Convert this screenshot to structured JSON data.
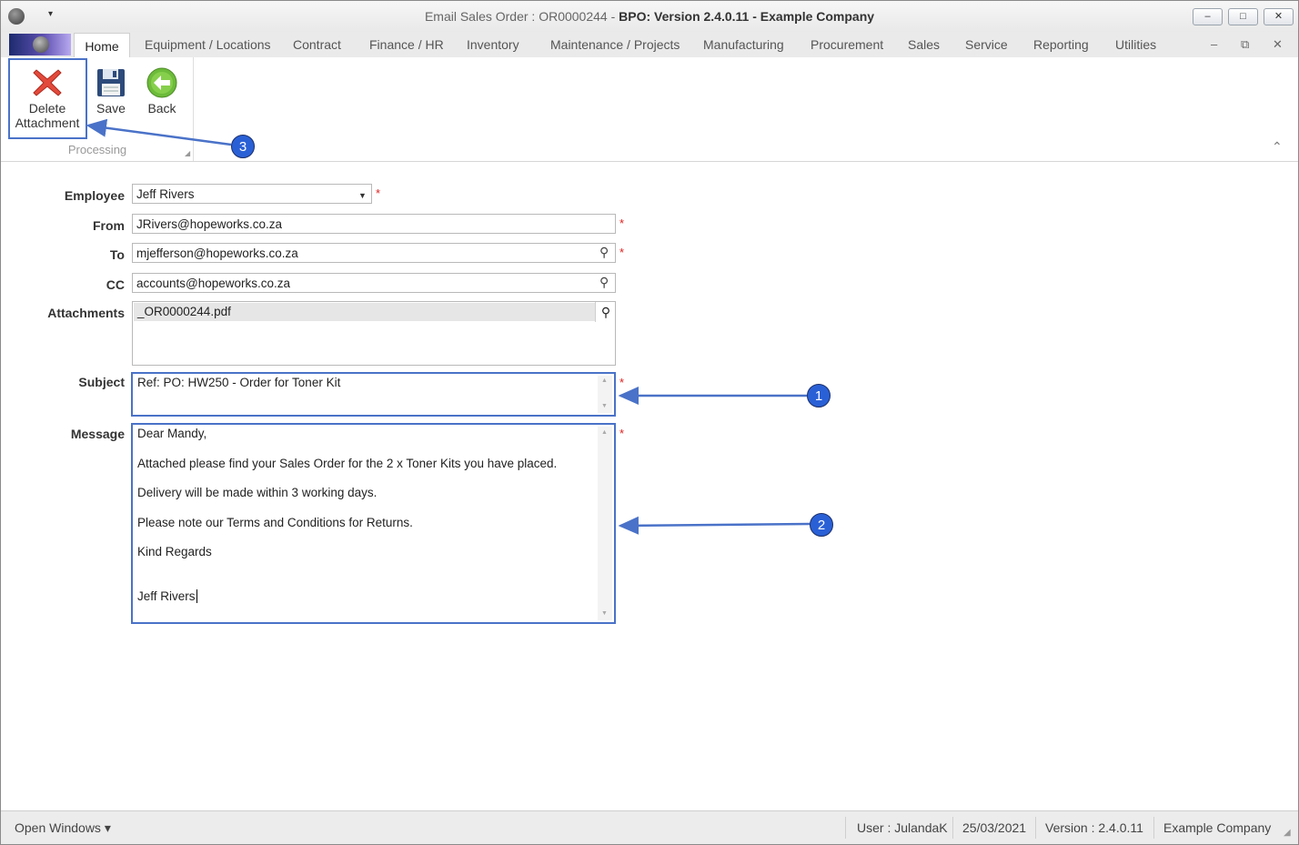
{
  "window": {
    "title_prefix": "Email Sales Order : OR0000244 - ",
    "title_bold": "BPO: Version 2.4.0.11 - Example Company",
    "minimize": "–",
    "maximize": "□",
    "close": "✕",
    "qat_arrow": "▾"
  },
  "tabs": {
    "active": "Home",
    "items": [
      "Equipment / Locations",
      "Contract",
      "Finance / HR",
      "Inventory",
      "Maintenance / Projects",
      "Manufacturing",
      "Procurement",
      "Sales",
      "Service",
      "Reporting",
      "Utilities"
    ],
    "mdi_minimize": "–",
    "mdi_restore": "⧉",
    "mdi_close": "✕"
  },
  "ribbon": {
    "group_label": "Processing",
    "delete_line1": "Delete",
    "delete_line2": "Attachment",
    "save_label": "Save",
    "back_label": "Back",
    "collapse": "⌃"
  },
  "form": {
    "employee_label": "Employee",
    "employee_value": "Jeff Rivers",
    "from_label": "From",
    "from_value": "JRivers@hopeworks.co.za",
    "to_label": "To",
    "to_value": "mjefferson@hopeworks.co.za",
    "cc_label": "CC",
    "cc_value": "accounts@hopeworks.co.za",
    "attachments_label": "Attachments",
    "attachment_file": "_OR0000244.pdf",
    "subject_label": "Subject",
    "subject_value": "Ref:  PO:  HW250 - Order for Toner Kit",
    "message_label": "Message",
    "message_lines": [
      "Dear Mandy,",
      "Attached please find your Sales Order for the 2 x Toner Kits you have placed.",
      "Delivery will be made within 3 working days.",
      "Please note our Terms and Conditions for Returns.",
      "Kind Regards",
      "Jeff Rivers"
    ],
    "required_mark": "*"
  },
  "callouts": [
    "1",
    "2",
    "3"
  ],
  "statusbar": {
    "open_windows": "Open Windows ▾",
    "user": "User : JulandaK",
    "date": "25/03/2021",
    "version": "Version : 2.4.0.11",
    "company": "Example Company"
  },
  "colors": {
    "accent": "#4a72c8",
    "callout": "#2a60d6",
    "required": "#e02020"
  }
}
